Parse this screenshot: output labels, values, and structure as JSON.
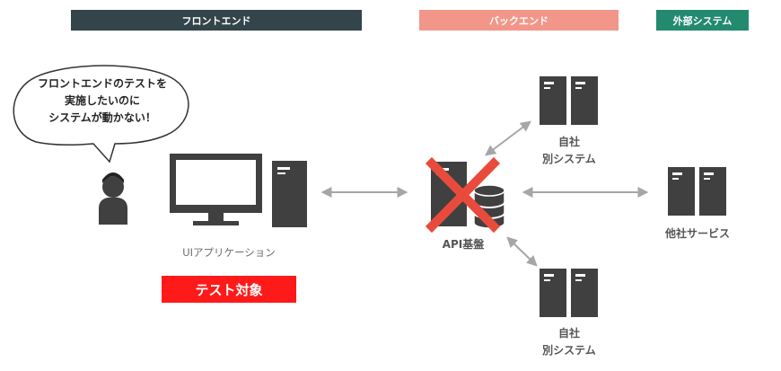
{
  "colors": {
    "frontend": "#33454a",
    "backend": "#f2968a",
    "external": "#238a6f",
    "server": "#404040",
    "arrow": "#a6a6a6",
    "cross": "#e84b3c",
    "target": "#ff1a1a"
  },
  "headers": {
    "frontend": "フロントエンド",
    "backend": "バックエンド",
    "external": "外部システム"
  },
  "speech_bubble": {
    "line1": "フロントエンドのテストを",
    "line2": "実施したいのに",
    "line3": "システムが動かない！"
  },
  "nodes": {
    "ui_app": "UIアプリケーション",
    "test_target": "テスト対象",
    "api": "API基盤",
    "other_system_top": {
      "line1": "自社",
      "line2": "別システム"
    },
    "other_system_bottom": {
      "line1": "自社",
      "line2": "別システム"
    },
    "external_service": "他社サービス"
  },
  "icons": [
    "person-icon",
    "monitor-icon",
    "server-icon",
    "database-icon",
    "cross-icon"
  ]
}
